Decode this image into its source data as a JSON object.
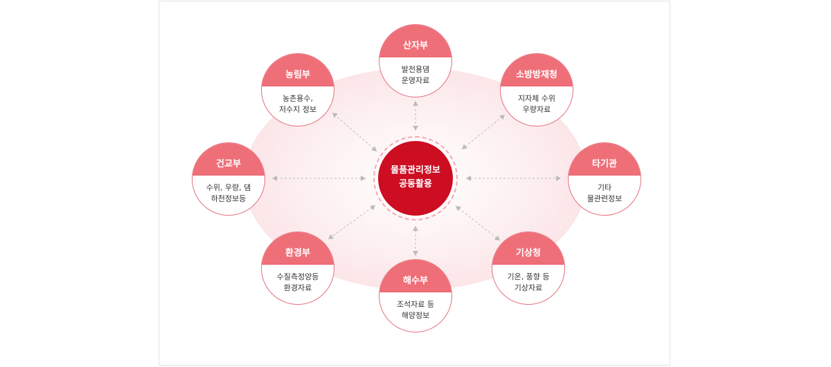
{
  "center": {
    "line1": "물품관리정보",
    "line2": "공동활용"
  },
  "nodes": [
    {
      "title": "산자부",
      "desc": [
        "발전용댐",
        "운영자료"
      ]
    },
    {
      "title": "소방방재청",
      "desc": [
        "지자체 수위",
        "우량자료"
      ]
    },
    {
      "title": "타기관",
      "desc": [
        "기타",
        "물관련정보"
      ]
    },
    {
      "title": "기상청",
      "desc": [
        "기온, 풍향 등",
        "기상자료"
      ]
    },
    {
      "title": "해수부",
      "desc": [
        "조석자료 등",
        "해양정보"
      ]
    },
    {
      "title": "환경부",
      "desc": [
        "수질측정양등",
        "환경자료"
      ]
    },
    {
      "title": "건교부",
      "desc": [
        "수위, 우량, 댐",
        "하천정보등"
      ]
    },
    {
      "title": "농림부",
      "desc": [
        "농촌용수,",
        "저수지 정보"
      ]
    }
  ],
  "colors": {
    "center_fill": "#cc0d22",
    "node_header": "#ef6f79",
    "node_border": "#e46e7b",
    "arrow": "#bbbbbb"
  }
}
